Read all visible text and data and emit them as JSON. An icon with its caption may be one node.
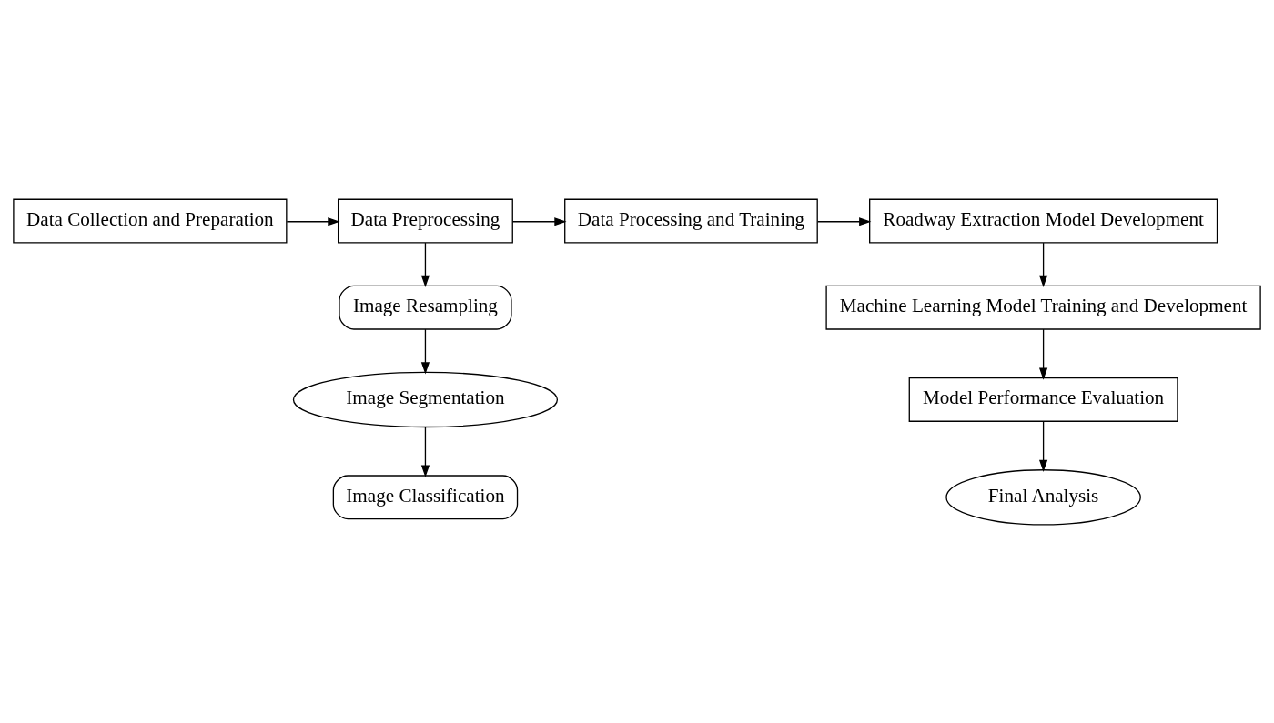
{
  "diagram": {
    "nodes": [
      {
        "text": [
          "Data Collection and Preparation"
        ]
      },
      {
        "text": [
          "Data Preprocessing"
        ]
      },
      {
        "text": [
          "Data Processing and Training"
        ]
      },
      {
        "text": [
          "Roadway Extraction Model Development"
        ]
      },
      {
        "text": [
          "Image Resampling"
        ]
      },
      {
        "text": [
          "Image Segmentation"
        ]
      },
      {
        "text": [
          "Image Classification"
        ]
      },
      {
        "text": [
          "Machine Learning Model Training and Development"
        ]
      },
      {
        "text": [
          "Model Performance Evaluation"
        ]
      },
      {
        "text": [
          "Final Analysis"
        ]
      }
    ],
    "edges": [
      {
        "from": 0,
        "to": 1,
        "arrow": "to"
      },
      {
        "from": 1,
        "to": 2,
        "arrow": "to"
      },
      {
        "from": 2,
        "to": 3,
        "arrow": "to"
      },
      {
        "from": 1,
        "to": 4,
        "arrow": "to"
      },
      {
        "from": 4,
        "to": 5,
        "arrow": "to"
      },
      {
        "from": 5,
        "to": 6,
        "arrow": "to"
      },
      {
        "from": 3,
        "to": 7,
        "arrow": "to"
      },
      {
        "from": 7,
        "to": 8,
        "arrow": "to"
      },
      {
        "from": 8,
        "to": 9,
        "arrow": "to"
      }
    ]
  }
}
